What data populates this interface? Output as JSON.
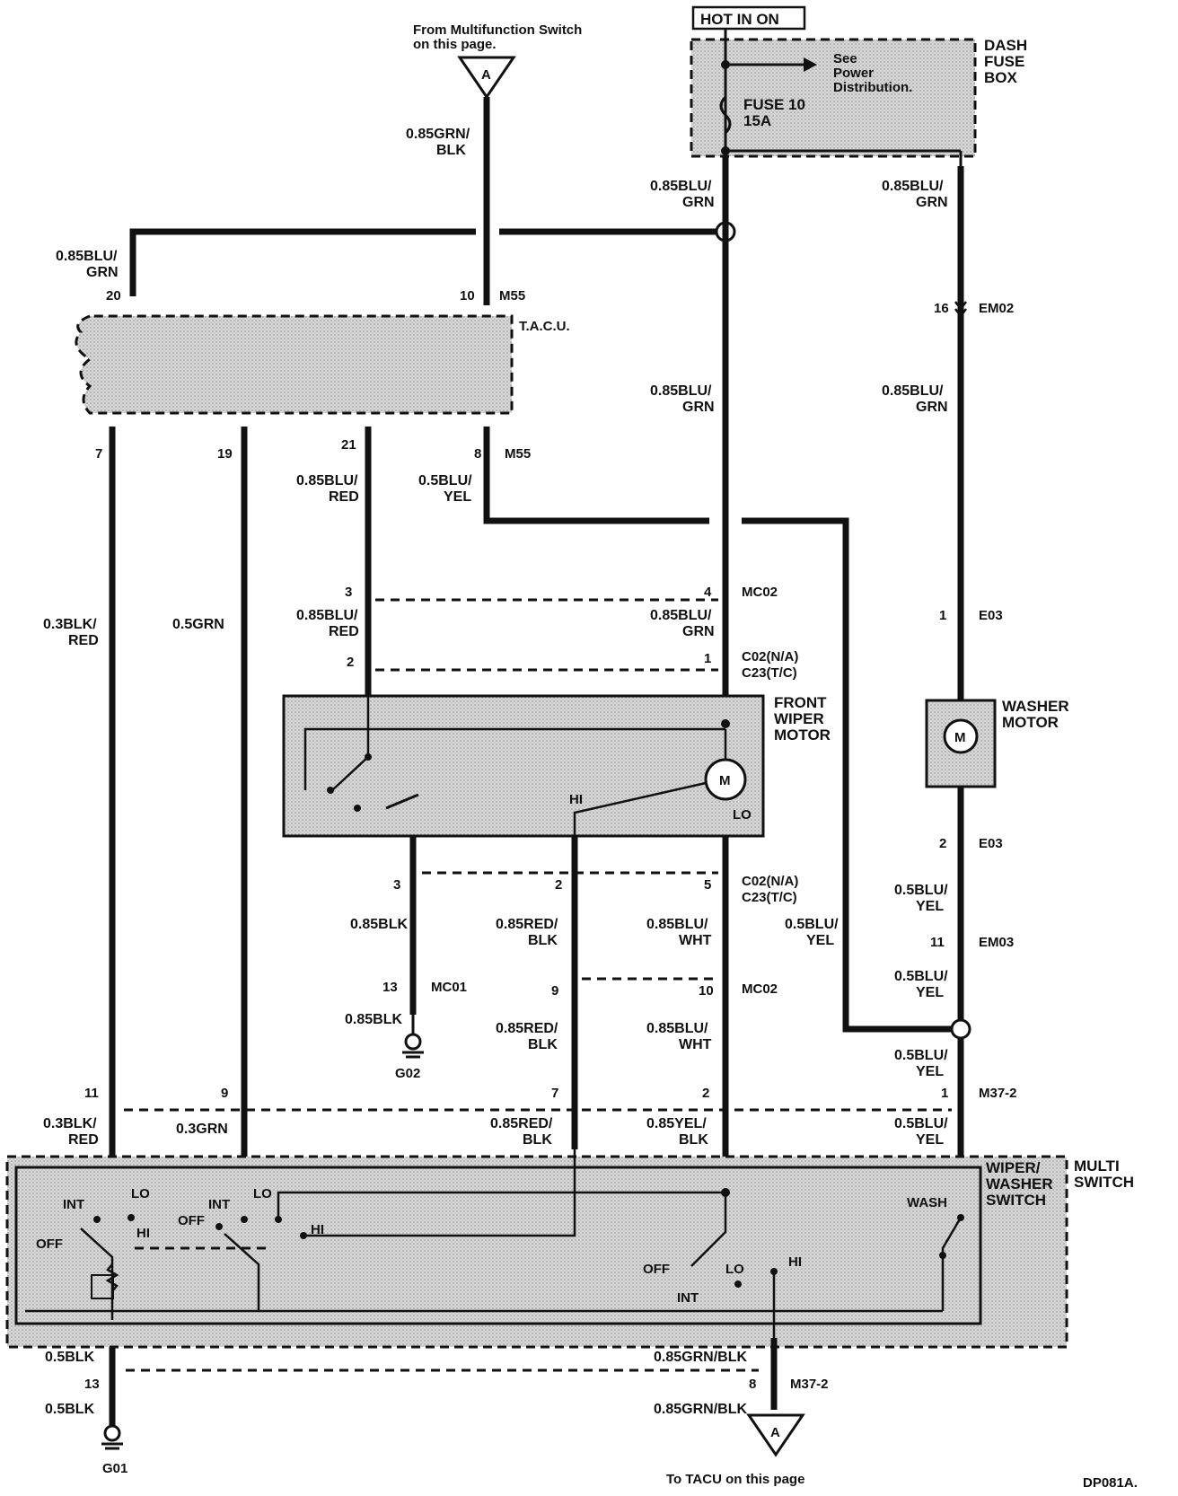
{
  "header": {
    "hot_in_on": "HOT IN ON"
  },
  "dash_fuse_box": {
    "name_lines": [
      "DASH",
      "FUSE",
      "BOX"
    ],
    "see_lines": [
      "See",
      "Power",
      "Distribution."
    ],
    "fuse_lines": [
      "FUSE 10",
      "15A"
    ]
  },
  "from_note_lines": [
    "From Multifunction Switch",
    "on this page."
  ],
  "connector_a_letter": "A",
  "tacu": {
    "name": "T.A.C.U.",
    "connector": "M55",
    "pins_top": [
      "20",
      "10"
    ],
    "pins_bottom": [
      "7",
      "19",
      "21",
      "8"
    ]
  },
  "wire_labels": {
    "grn_blk_top": [
      "0.85GRN/",
      "BLK"
    ],
    "blu_grn_left": [
      "0.85BLU/",
      "GRN"
    ],
    "blu_grn_fuse_out": [
      "0.85BLU/",
      "GRN"
    ],
    "blu_grn_right": [
      "0.85BLU/",
      "GRN"
    ],
    "blu_grn_right2": [
      "0.85BLU/",
      "GRN"
    ],
    "blu_grn_mid": [
      "0.85BLU/",
      "GRN"
    ],
    "blu_grn_mid2": [
      "0.85BLU/",
      "GRN"
    ],
    "blk_red_1": [
      "0.3BLK/",
      "RED"
    ],
    "grn_05": [
      "0.5GRN"
    ],
    "blu_red_1": [
      "0.85BLU/",
      "RED"
    ],
    "blu_red_2": [
      "0.85BLU/",
      "RED"
    ],
    "blu_yel_1": [
      "0.5BLU/",
      "YEL"
    ],
    "blk_085a": [
      "0.85BLK"
    ],
    "blk_085b": [
      "0.85BLK"
    ],
    "red_blk_1": [
      "0.85RED/",
      "BLK"
    ],
    "red_blk_2": [
      "0.85RED/",
      "BLK"
    ],
    "red_blk_3": [
      "0.85RED/",
      "BLK"
    ],
    "blu_wht_1": [
      "0.85BLU/",
      "WHT"
    ],
    "blu_wht_2": [
      "0.85BLU/",
      "WHT"
    ],
    "blu_yel_mid": [
      "0.5BLU/",
      "YEL"
    ],
    "blu_yel_r1": [
      "0.5BLU/",
      "YEL"
    ],
    "blu_yel_r2": [
      "0.5BLU/",
      "YEL"
    ],
    "blu_yel_r3": [
      "0.5BLU/",
      "YEL"
    ],
    "blu_yel_r4": [
      "0.5BLU/",
      "YEL"
    ],
    "blk_red_2": [
      "0.3BLK/",
      "RED"
    ],
    "grn_03": [
      "0.3GRN"
    ],
    "yel_blk": [
      "0.85YEL/",
      "BLK"
    ],
    "blk_05a": [
      "0.5BLK"
    ],
    "blk_05b": [
      "0.5BLK"
    ],
    "grn_blk_b1": [
      "0.85GRN/BLK"
    ],
    "grn_blk_b2": [
      "0.85GRN/BLK"
    ]
  },
  "connectors": {
    "em02": "EM02",
    "em02_pin": "16",
    "mc02": "MC02",
    "mc02_pins_top": [
      "3",
      "4"
    ],
    "c02": [
      "C02(N/A)",
      "C23(T/C)"
    ],
    "c02_pins_top": [
      "2",
      "1"
    ],
    "c02_pins_bot": [
      "3",
      "2",
      "5"
    ],
    "e03": "E03",
    "e03_pin1": "1",
    "e03_pin2": "2",
    "em03": "EM03",
    "em03_pin": "11",
    "mc01": "MC01",
    "mc01_pin": "13",
    "mc02b": "MC02",
    "mc02b_pins": [
      "9",
      "10"
    ],
    "m37": "M37-2",
    "m37_pins": [
      "11",
      "9",
      "7",
      "2",
      "1"
    ],
    "m37b_pins": [
      "13",
      "8"
    ]
  },
  "front_wiper_motor": {
    "name_lines": [
      "FRONT",
      "WIPER",
      "MOTOR"
    ],
    "hi": "HI",
    "lo": "LO",
    "m": "M"
  },
  "washer_motor": {
    "name_lines": [
      "WASHER",
      "MOTOR"
    ],
    "m": "M"
  },
  "multi_switch": {
    "name_lines": [
      "MULTI",
      "SWITCH"
    ],
    "sub_lines": [
      "WIPER/",
      "WASHER",
      "SWITCH"
    ],
    "labels_left": {
      "int": "INT",
      "lo": "LO",
      "off": "OFF",
      "hi": "HI"
    },
    "labels_mid": {
      "int": "INT",
      "lo": "LO",
      "off": "OFF",
      "hi": "HI"
    },
    "labels_right": {
      "off": "OFF",
      "lo": "LO",
      "hi": "HI",
      "int": "INT",
      "wash": "WASH"
    }
  },
  "grounds": {
    "g01": "G01",
    "g02": "G02"
  },
  "to_note": "To TACU on this page",
  "page_code": "DP081A."
}
